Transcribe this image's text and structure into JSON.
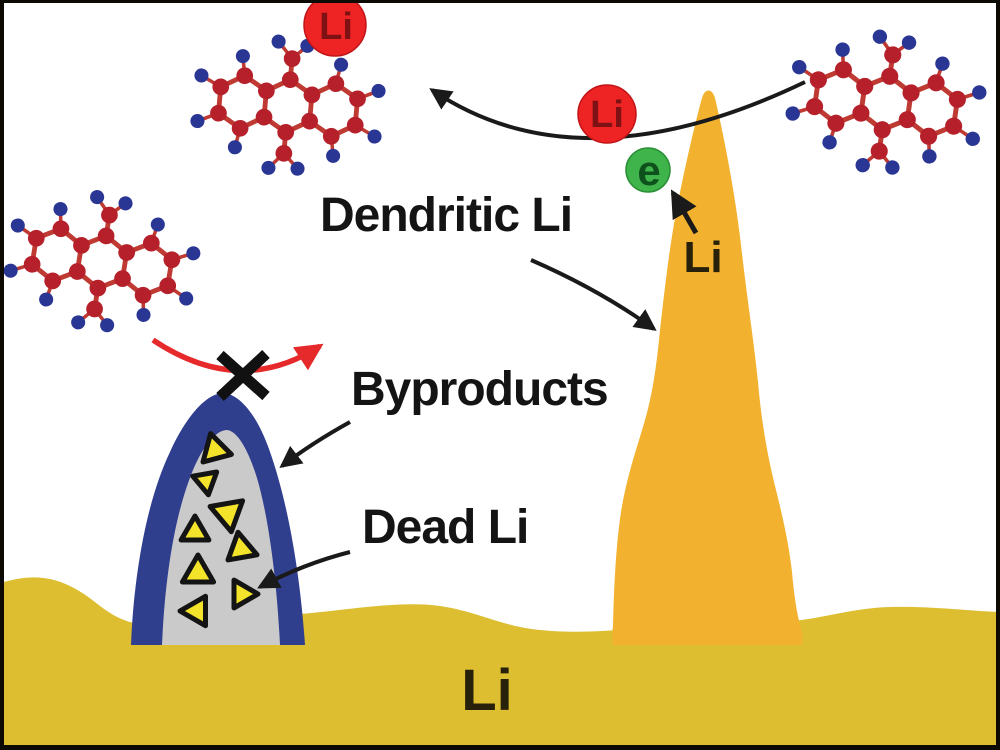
{
  "diagram": {
    "description": "Lithium dendrite growth schematic",
    "labels": {
      "dendritic_li": "Dendritic Li",
      "byproducts": "Byproducts",
      "dead_li": "Dead Li",
      "substrate_li": "Li",
      "dendrite_li": "Li",
      "li_ion_top": "Li",
      "li_ion_mid": "Li",
      "electron": "e"
    },
    "colors": {
      "background": "#ffffff",
      "frame": "#0d0a04",
      "substrate": "#ddbe30",
      "dendrite": "#f2b12e",
      "shell_blue": "#303e8e",
      "shell_inner": "#cacaca",
      "dead_li_chunk": "#f3e32b",
      "chunk_outline": "#141414",
      "li_ion": "#ee2424",
      "li_ion_edge": "#c01518",
      "li_ion_text": "#7e1113",
      "electron_fill": "#3eb44a",
      "electron_edge": "#2a8f36",
      "electron_text": "#0e511c",
      "molecule_carbon": "#b5202a",
      "molecule_bond": "#bf3a33",
      "molecule_hydrogen": "#2a3694",
      "arrow_black": "#1a1a1a",
      "arrow_red": "#e6292b",
      "label_text": "#141414"
    }
  }
}
